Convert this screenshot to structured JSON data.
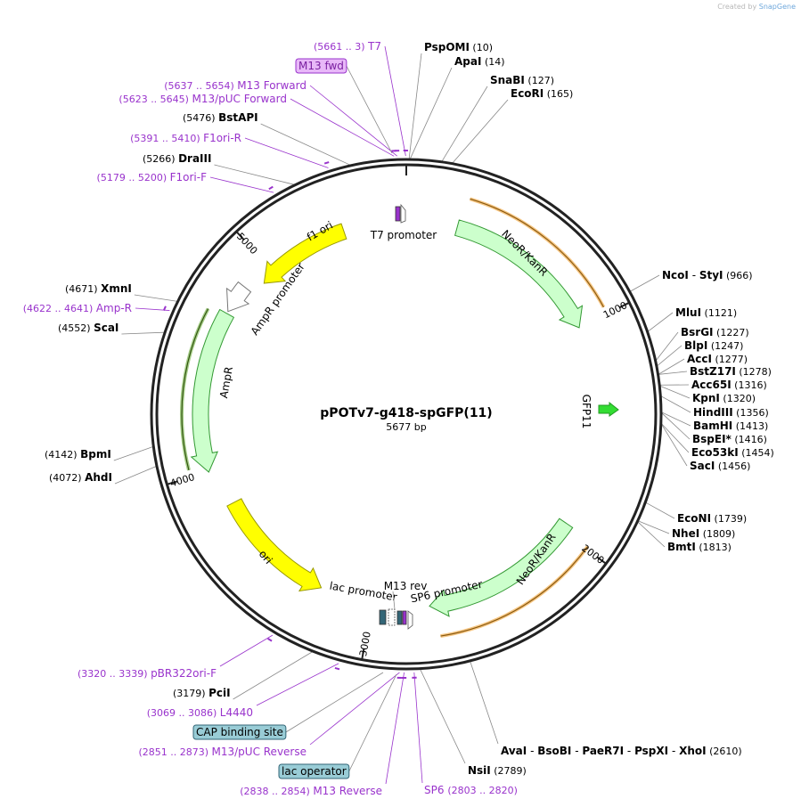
{
  "watermark": {
    "prefix": "Created by",
    "brand": "SnapGene"
  },
  "plasmid": {
    "name": "pPOTv7-g418-spGFP(11)",
    "size_label": "5677 bp",
    "length": 5677
  },
  "colors": {
    "backbone": "#222222",
    "enzyme_line": "#888888",
    "primer": "#9933cc",
    "neo": "#ccffcc",
    "neo_stroke": "#339933",
    "ori": "#ffff00",
    "gfp": "#33dd33",
    "orf": "#f0a030",
    "feature_box": "#99ccd6",
    "primer_box": "#e8b8f8"
  },
  "ticks": [
    {
      "pos": 1000,
      "label": "1000"
    },
    {
      "pos": 2000,
      "label": "2000"
    },
    {
      "pos": 3000,
      "label": "3000"
    },
    {
      "pos": 4000,
      "label": "4000"
    },
    {
      "pos": 5000,
      "label": "5000"
    }
  ],
  "sites": [
    {
      "names": [
        "PspOMI"
      ],
      "num": "(10)",
      "pos": 10
    },
    {
      "names": [
        "ApaI"
      ],
      "num": "(14)",
      "pos": 14
    },
    {
      "names": [
        "SnaBI"
      ],
      "num": "(127)",
      "pos": 127
    },
    {
      "names": [
        "EcoRI"
      ],
      "num": "(165)",
      "pos": 165
    },
    {
      "names": [
        "NcoI",
        "StyI"
      ],
      "num": "(966)",
      "pos": 966
    },
    {
      "names": [
        "MluI"
      ],
      "num": "(1121)",
      "pos": 1121
    },
    {
      "names": [
        "BsrGI"
      ],
      "num": "(1227)",
      "pos": 1227
    },
    {
      "names": [
        "BlpI"
      ],
      "num": "(1247)",
      "pos": 1247
    },
    {
      "names": [
        "AccI"
      ],
      "num": "(1277)",
      "pos": 1277
    },
    {
      "names": [
        "BstZ17I"
      ],
      "num": "(1278)",
      "pos": 1278
    },
    {
      "names": [
        "Acc65I"
      ],
      "num": "(1316)",
      "pos": 1316
    },
    {
      "names": [
        "KpnI"
      ],
      "num": "(1320)",
      "pos": 1320
    },
    {
      "names": [
        "HindIII"
      ],
      "num": "(1356)",
      "pos": 1356
    },
    {
      "names": [
        "BamHI"
      ],
      "num": "(1413)",
      "pos": 1413
    },
    {
      "names": [
        "BspEI*"
      ],
      "num": "(1416)",
      "pos": 1416
    },
    {
      "names": [
        "Eco53kI"
      ],
      "num": "(1454)",
      "pos": 1454
    },
    {
      "names": [
        "SacI"
      ],
      "num": "(1456)",
      "pos": 1456
    },
    {
      "names": [
        "EcoNI"
      ],
      "num": "(1739)",
      "pos": 1739
    },
    {
      "names": [
        "NheI"
      ],
      "num": "(1809)",
      "pos": 1809
    },
    {
      "names": [
        "BmtI"
      ],
      "num": "(1813)",
      "pos": 1813
    },
    {
      "names": [
        "AvaI",
        "BsoBI",
        "PaeR7I",
        "PspXI",
        "XhoI"
      ],
      "num": "(2610)",
      "pos": 2610
    },
    {
      "names": [
        "NsiI"
      ],
      "num": "(2789)",
      "pos": 2789
    },
    {
      "names": [
        "PciI"
      ],
      "num": "(3179)",
      "pos": 3179
    },
    {
      "names": [
        "AhdI"
      ],
      "num": "(4072)",
      "pos": 4072
    },
    {
      "names": [
        "BpmI"
      ],
      "num": "(4142)",
      "pos": 4142
    },
    {
      "names": [
        "ScaI"
      ],
      "num": "(4552)",
      "pos": 4552
    },
    {
      "names": [
        "XmnI"
      ],
      "num": "(4671)",
      "pos": 4671
    },
    {
      "names": [
        "DraIII"
      ],
      "num": "(5266)",
      "pos": 5266
    },
    {
      "names": [
        "BstAPI"
      ],
      "num": "(5476)",
      "pos": 5476
    }
  ],
  "primers": [
    {
      "range": "(5661 .. 3)",
      "name": "T7",
      "pos": 5675
    },
    {
      "range": "(5637 .. 5654)",
      "name": "M13 Forward",
      "pos": 5645
    },
    {
      "range": "(5623 .. 5645)",
      "name": "M13/pUC Forward",
      "pos": 5634
    },
    {
      "range": "(5391 .. 5410)",
      "name": "F1ori-R",
      "pos": 5400
    },
    {
      "range": "(5179 .. 5200)",
      "name": "F1ori-F",
      "pos": 5190
    },
    {
      "range": "(4622 .. 4641)",
      "name": "Amp-R",
      "pos": 4631
    },
    {
      "range": "(3320 .. 3339)",
      "name": "pBR322ori-F",
      "pos": 3330
    },
    {
      "range": "(3069 .. 3086)",
      "name": "L4440",
      "pos": 3078
    },
    {
      "range": "(2851 .. 2873)",
      "name": "M13/pUC Reverse",
      "pos": 2862
    },
    {
      "range": "(2838 .. 2854)",
      "name": "M13 Reverse",
      "pos": 2846
    },
    {
      "range": "(2803 .. 2820)",
      "name": "SP6",
      "pos": 2811
    }
  ],
  "boxed_labels": {
    "m13_fwd": "M13 fwd",
    "cap_site": "CAP binding site",
    "lac_operator": "lac operator"
  },
  "features": [
    {
      "name": "NeoR/KanR",
      "start": 240,
      "end": 1000,
      "kind": "neo"
    },
    {
      "name": "NeoR/KanR",
      "start": 1960,
      "end": 2730,
      "kind": "neo"
    },
    {
      "name": "ori",
      "start": 3250,
      "end": 3830,
      "kind": "ori"
    },
    {
      "name": "AmpR",
      "start": 4000,
      "end": 4720,
      "kind": "neo"
    },
    {
      "name": "AmpR promoter",
      "start": 4720,
      "end": 4840,
      "kind": "promoter"
    },
    {
      "name": "f1 ori",
      "start": 4930,
      "end": 5380,
      "kind": "ori"
    },
    {
      "name": "GFP11",
      "kind": "gfp"
    }
  ],
  "promoter_labels": {
    "t7": "T7 promoter",
    "lac": "lac promoter",
    "m13_rev": "M13 rev",
    "sp6": "SP6 promoter"
  }
}
